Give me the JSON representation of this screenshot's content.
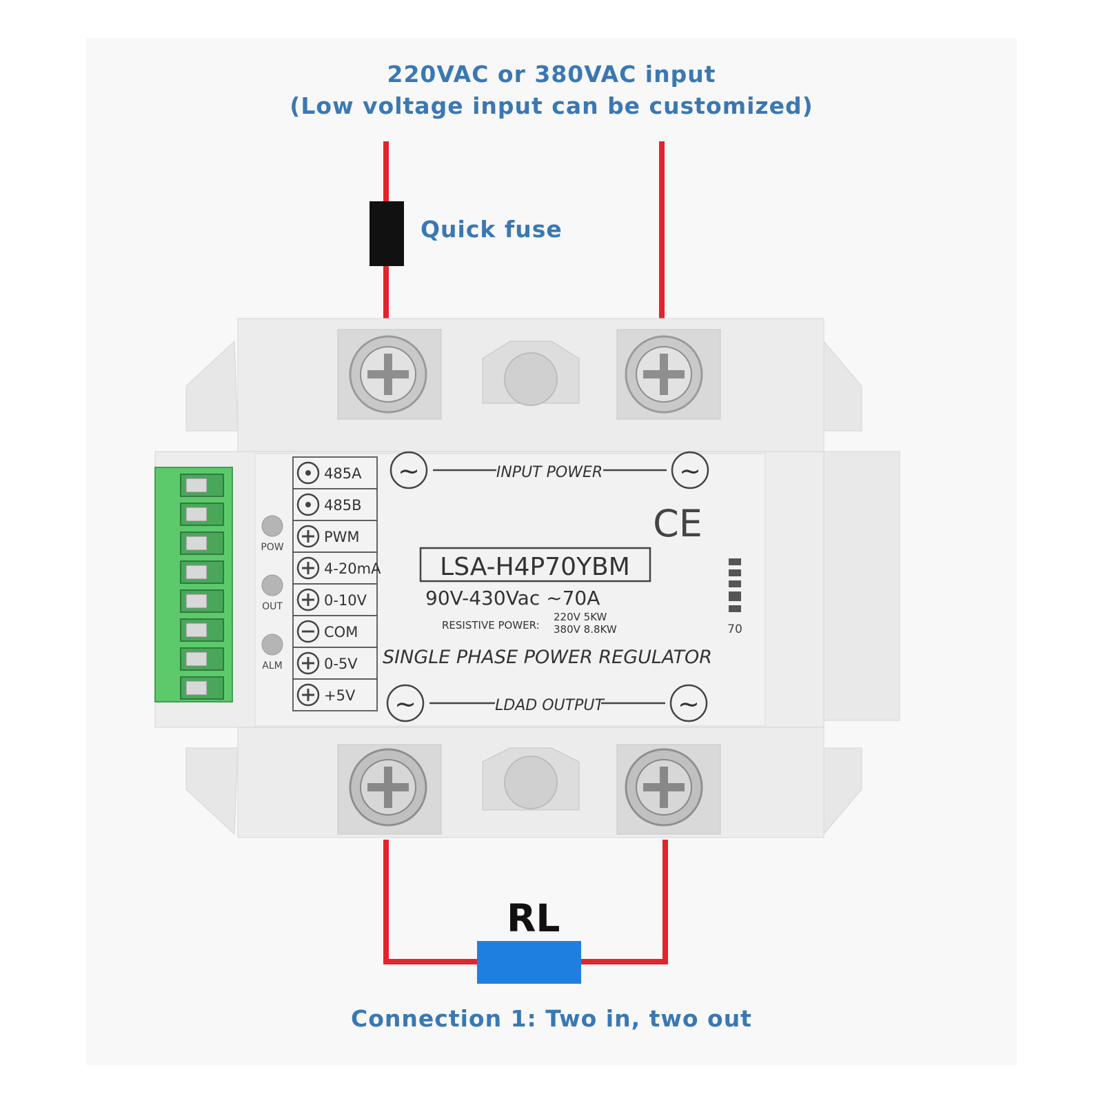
{
  "header": {
    "line1": "220VAC or 380VAC input",
    "line2": "(Low voltage input can be customized)"
  },
  "fuse": {
    "label": "Quick fuse"
  },
  "device": {
    "model": "LSA-H4P70YBM",
    "rating": "90V-430Vac ~70A",
    "resistive_label": "RESISTIVE POWER:",
    "resistive_220": "220V 5KW",
    "resistive_380": "380V 8.8KW",
    "product_name": "SINGLE PHASE POWER REGULATOR",
    "input_label": "INPUT POWER",
    "output_label": "LDAD OUTPUT",
    "ac_symbol": "~",
    "ce_mark": "CE",
    "side_number": "70",
    "indicators": [
      "POW",
      "OUT",
      "ALM"
    ],
    "terminals": [
      {
        "symbol": "dot",
        "label": "485A"
      },
      {
        "symbol": "dot",
        "label": "485B"
      },
      {
        "symbol": "plus",
        "label": "PWM"
      },
      {
        "symbol": "plus",
        "label": "4-20mA"
      },
      {
        "symbol": "plus",
        "label": "0-10V"
      },
      {
        "symbol": "minus",
        "label": "COM"
      },
      {
        "symbol": "plus",
        "label": "0-5V"
      },
      {
        "symbol": "plus",
        "label": "+5V"
      }
    ]
  },
  "load": {
    "label": "RL"
  },
  "footer": {
    "caption": "Connection 1: Two in, two out"
  },
  "colors": {
    "wire": "#e3242b",
    "caption": "#3a78b3",
    "load": "#1f7fe0",
    "terminal_block": "#5cc96b",
    "body": "#e9e9e9",
    "fuse": "#111111"
  }
}
